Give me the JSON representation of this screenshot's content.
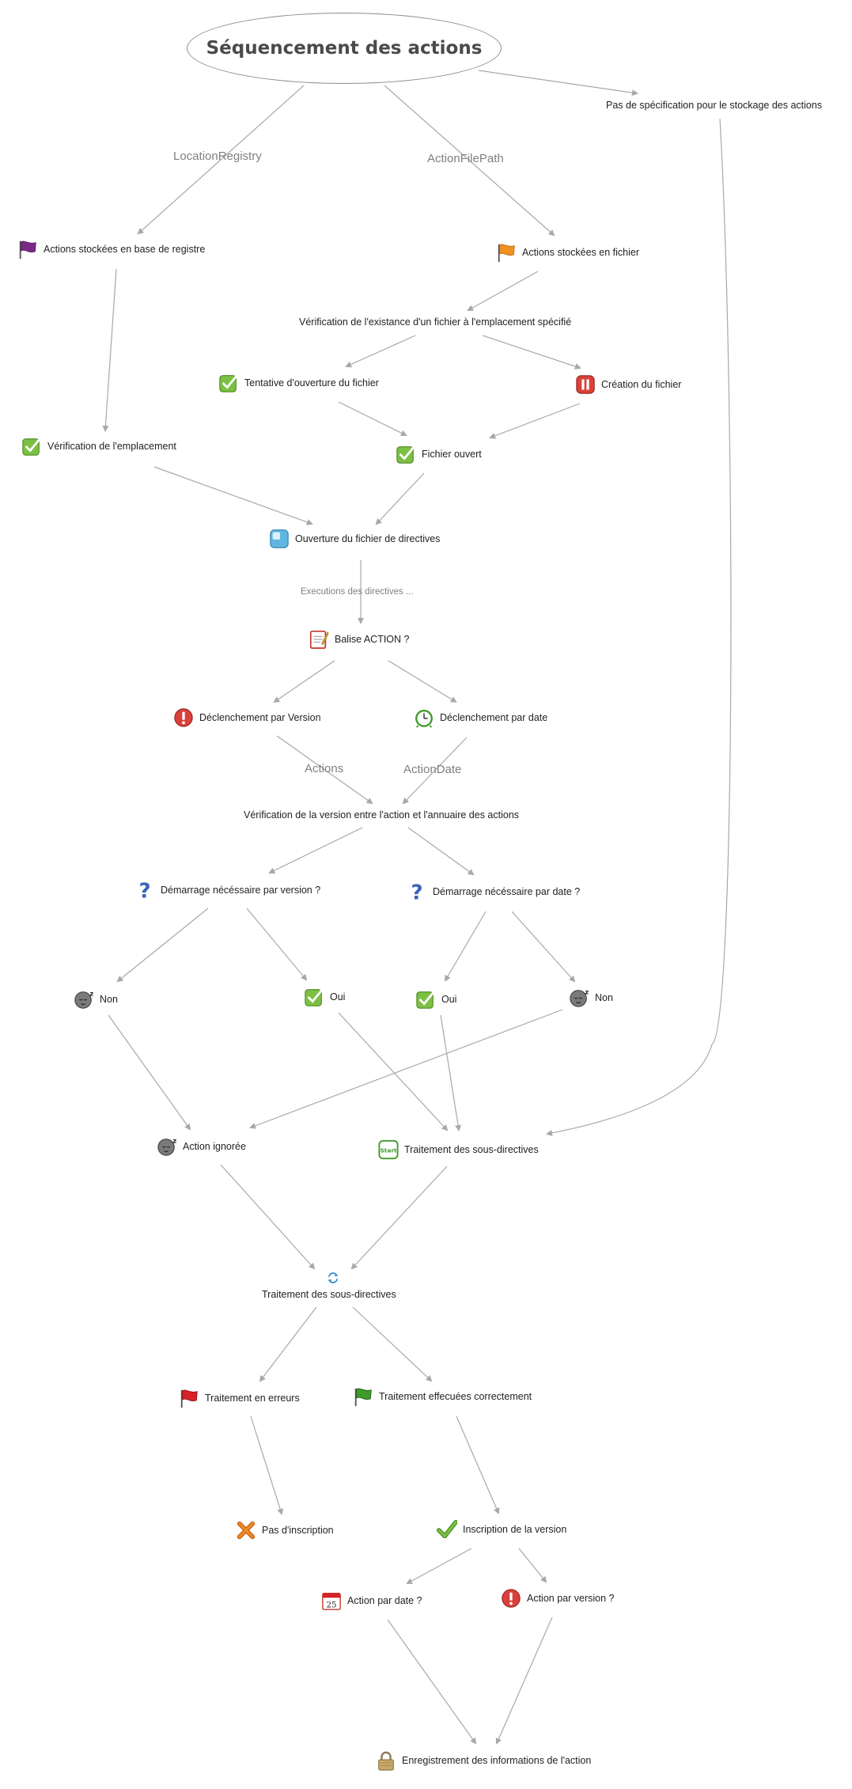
{
  "title": "Séquencement des actions",
  "edge_labels": {
    "location_registry": "LocationRegistry",
    "action_file_path": "ActionFilePath",
    "executions": "Executions des directives ...",
    "actions": "Actions",
    "action_date": "ActionDate"
  },
  "nodes": {
    "no_spec": "Pas de spécification pour le stockage des actions",
    "registry": "Actions stockées en base de registre",
    "file": "Actions stockées en fichier",
    "check_file": "Vérification de l'existance d'un fichier à l'emplacement spécifié",
    "try_open": "Tentative d'ouverture du fichier",
    "create_file": "Création du fichier",
    "check_location": "Vérification de l'emplacement",
    "file_open": "Fichier ouvert",
    "open_directives": "Ouverture du fichier de directives",
    "action_tag": "Balise ACTION ?",
    "trigger_version": "Déclenchement par Version",
    "trigger_date": "Déclenchement par date",
    "check_version": "Vérification de la version entre l'action et l'annuaire des actions",
    "start_by_version": "Démarrage nécéssaire par version ?",
    "start_by_date": "Démarrage nécéssaire par date ?",
    "non_1": "Non",
    "oui_1": "Oui",
    "oui_2": "Oui",
    "non_2": "Non",
    "action_ignored": "Action ignorée",
    "sub_directives_1": "Traitement des sous-directives",
    "sub_directives_2": "Traitement des sous-directives",
    "errors": "Traitement en erreurs",
    "success": "Traitement effecuées correctement",
    "no_inscription": "Pas d'inscription",
    "inscription": "Inscription de la version",
    "action_by_date": "Action par date ?",
    "action_by_version": "Action par version ?",
    "save_info": "Enregistrement des informations de l'action"
  },
  "icons": {
    "start": "Start",
    "calendar_day": "25"
  },
  "colors": {
    "edge": "#a8a8a8",
    "check_green": "#6fb43a",
    "flag_purple": "#7a2a86",
    "flag_orange": "#f0921e",
    "flag_red": "#d8222a",
    "flag_green": "#3f9a2a",
    "stop_red": "#d9413a",
    "question_blue": "#3a64b8",
    "gray_face": "#6a6a6a"
  }
}
